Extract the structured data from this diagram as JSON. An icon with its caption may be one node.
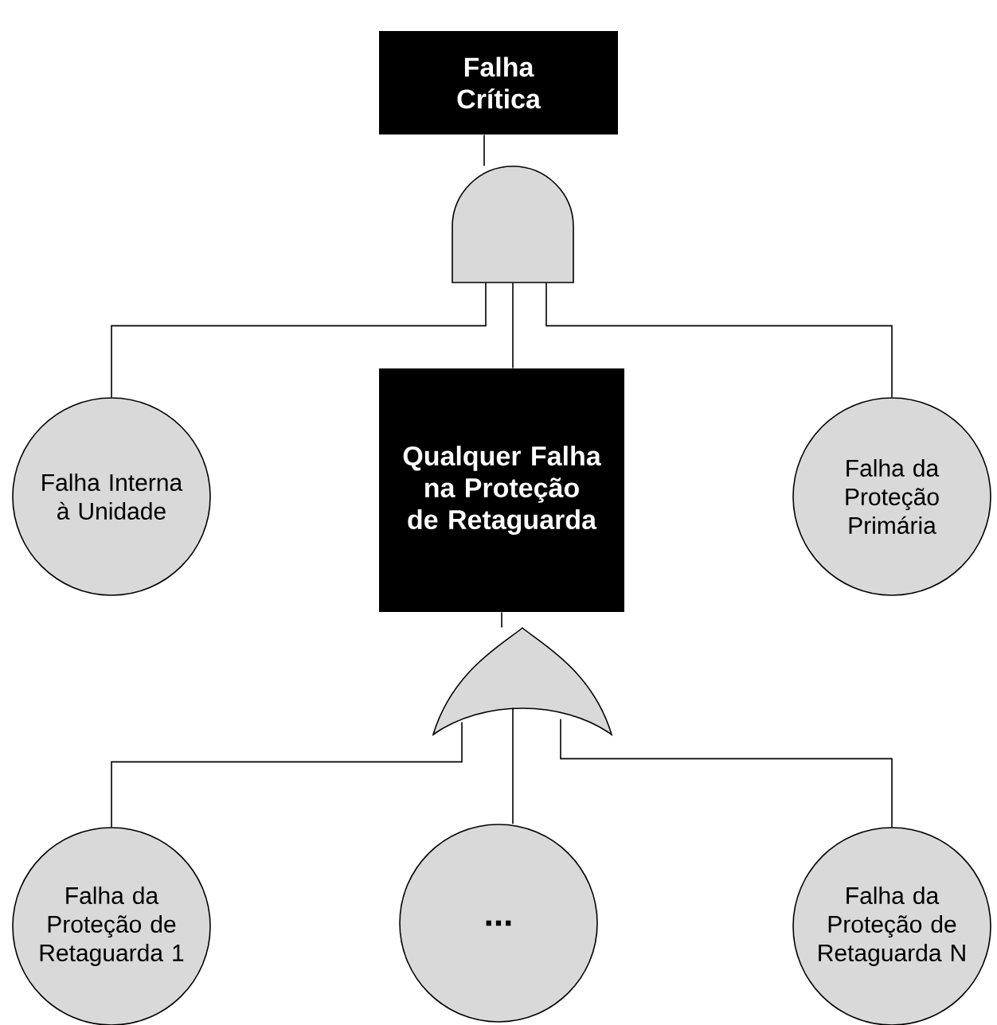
{
  "diagram": {
    "nodes": [
      {
        "text": [
          "Falha Crítica"
        ]
      },
      {
        "text": [],
        "shape": "and-gate"
      },
      {
        "text": [
          "Falha Interna à Unidade"
        ]
      },
      {
        "text": [
          "Qualquer Falha na Proteção de Retaguarda"
        ]
      },
      {
        "text": [
          "Falha da Proteção Primária"
        ]
      },
      {
        "text": [],
        "shape": "or-gate"
      },
      {
        "text": [
          "Falha da Proteção de Retaguarda 1"
        ]
      },
      {
        "text": [
          "..."
        ]
      },
      {
        "text": [
          "Falha da Proteção de Retaguarda N"
        ]
      }
    ],
    "edges": [
      {
        "from": 0,
        "to": 1,
        "arrow": "none"
      },
      {
        "from": 1,
        "to": 2,
        "arrow": "none"
      },
      {
        "from": 1,
        "to": 3,
        "arrow": "none"
      },
      {
        "from": 1,
        "to": 4,
        "arrow": "none"
      },
      {
        "from": 3,
        "to": 5,
        "arrow": "none"
      },
      {
        "from": 5,
        "to": 6,
        "arrow": "none"
      },
      {
        "from": 5,
        "to": 7,
        "arrow": "none"
      },
      {
        "from": 5,
        "to": 8,
        "arrow": "none"
      }
    ]
  }
}
